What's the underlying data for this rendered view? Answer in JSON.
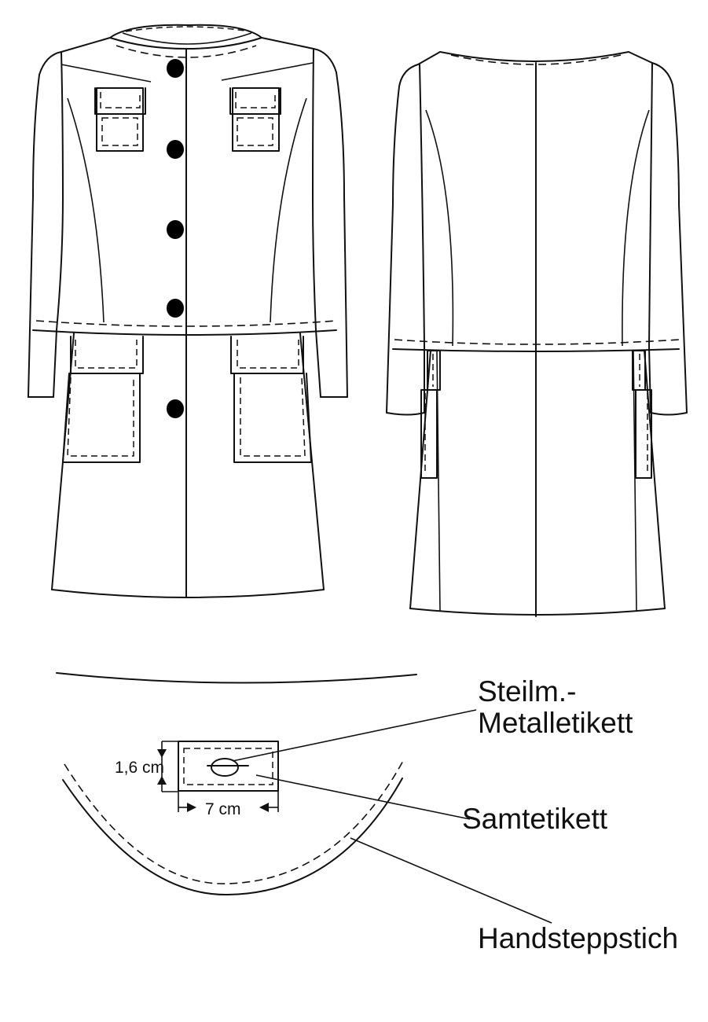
{
  "labels": {
    "metal_label_line1": "Steilm.-",
    "metal_label_line2": "Metalletikett",
    "velvet_label": "Samtetikett",
    "hand_stitch": "Handsteppstich",
    "label_height": "1,6 cm",
    "label_width": "7 cm"
  },
  "colors": {
    "line": "#111111",
    "button": "#000000",
    "background": "#ffffff"
  },
  "front_view": {
    "button_count": 5
  }
}
